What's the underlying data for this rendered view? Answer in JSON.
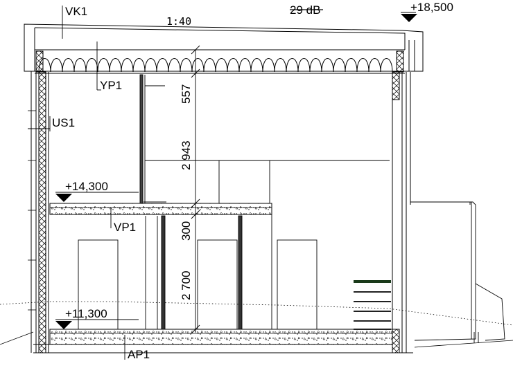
{
  "drawing": {
    "scale": "1:40",
    "acoustic": "29 dB",
    "levels": {
      "roof": "+18,500",
      "mid": "+14,300",
      "ground": "+11,300"
    },
    "labels": {
      "vk1": "VK1",
      "yp1": "YP1",
      "us1": "US1",
      "vp1": "VP1",
      "ap1": "AP1"
    },
    "dimensions": {
      "d557": "557",
      "d2943": "2 943",
      "d300": "300",
      "d2700": "2 700"
    }
  }
}
